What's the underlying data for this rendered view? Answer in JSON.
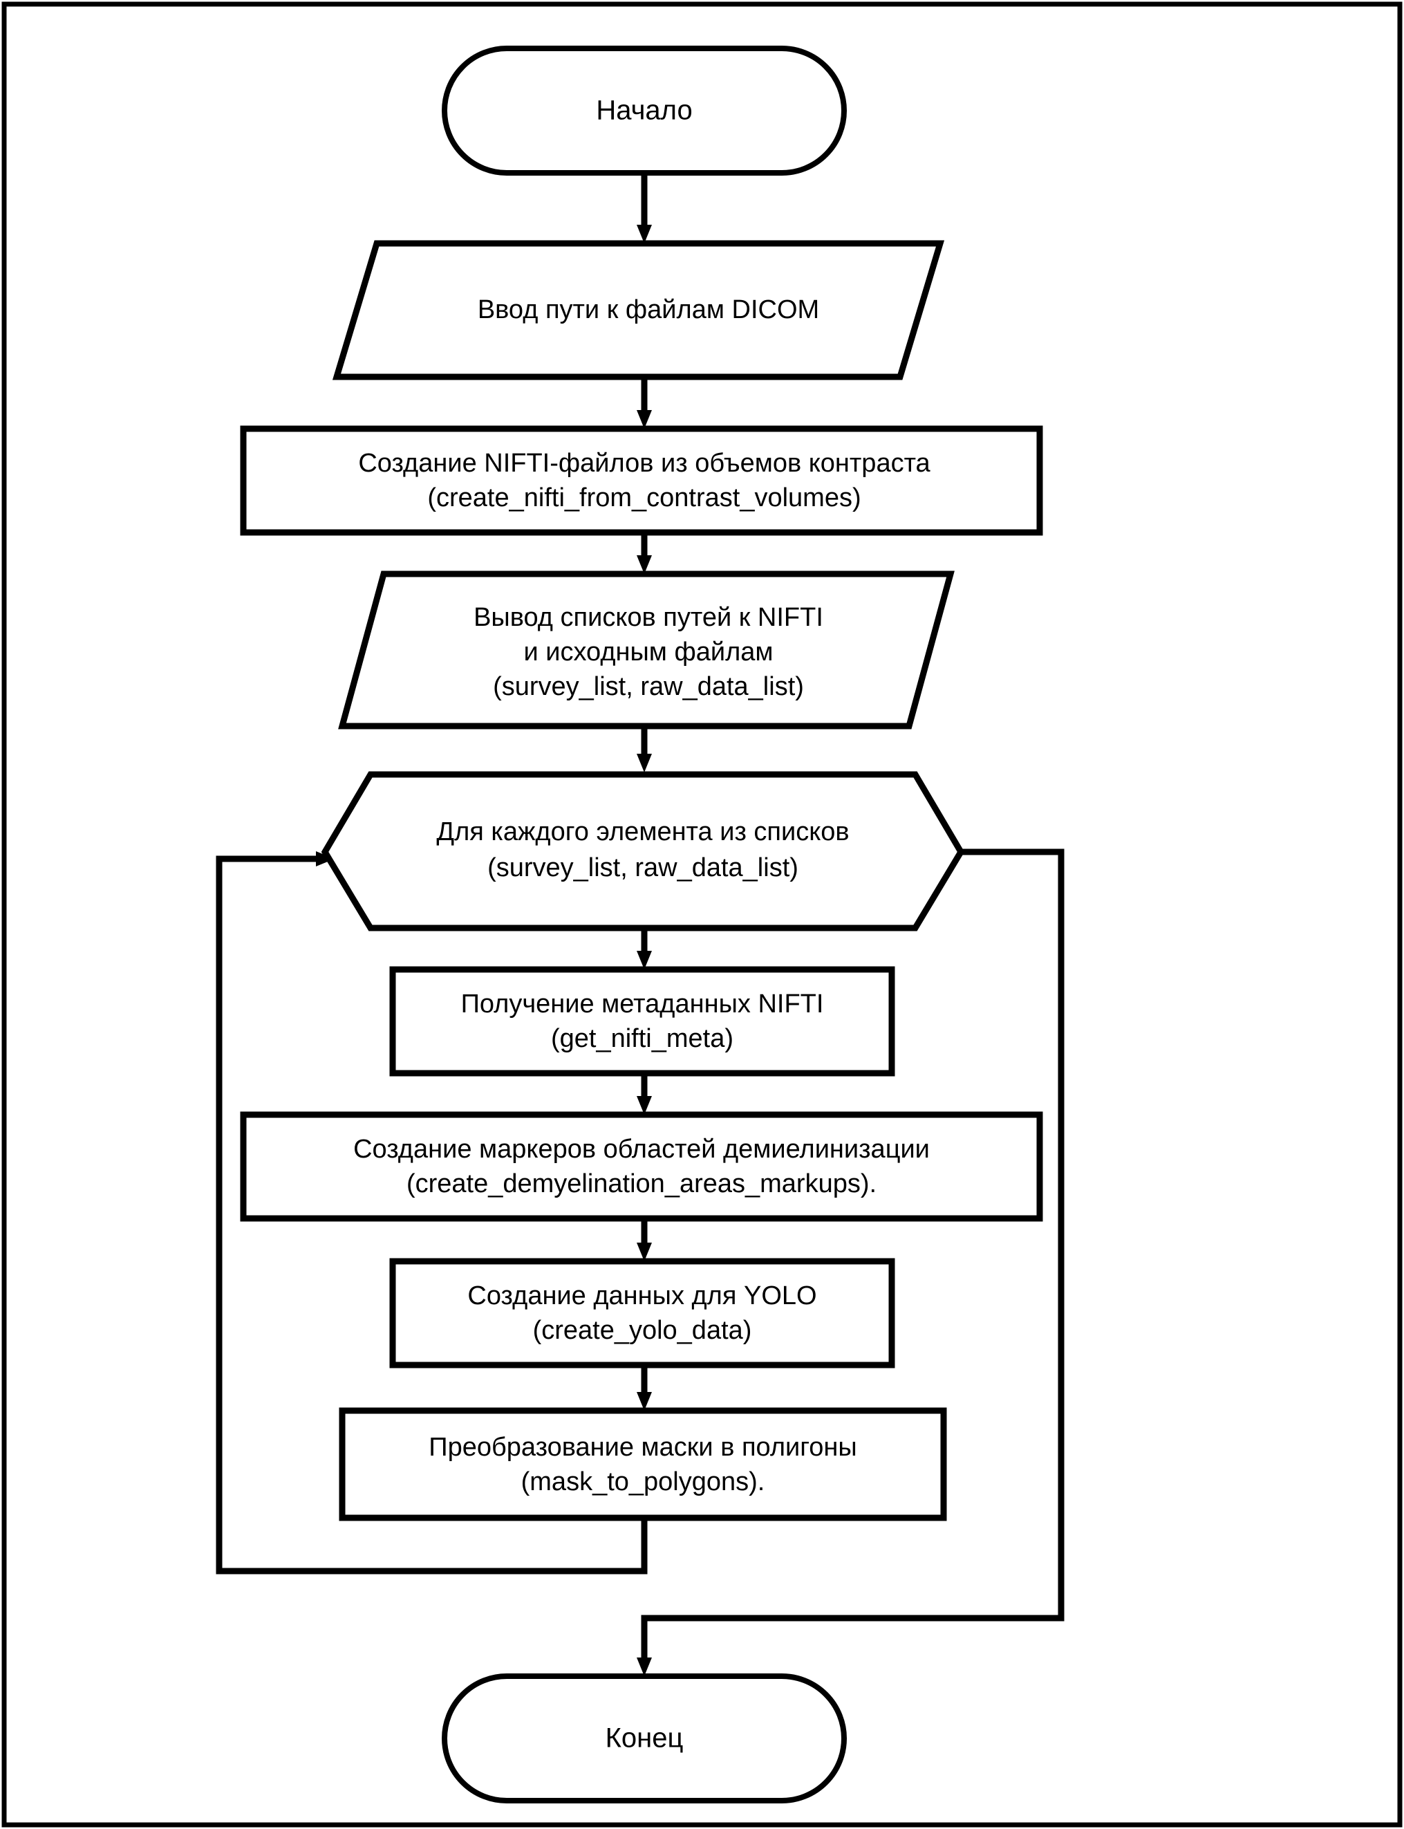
{
  "diagram": {
    "title_text": "",
    "language": "ru",
    "colors": {
      "background": "#ffffff",
      "stroke": "#000000",
      "fill": "#ffffff"
    }
  },
  "nodes": {
    "start": {
      "id": "start",
      "shape": "terminator",
      "lines": [
        "Начало"
      ]
    },
    "input_dicom": {
      "id": "input_dicom",
      "shape": "parallelogram",
      "lines": [
        "Ввод пути к файлам DICOM"
      ]
    },
    "create_nifti": {
      "id": "create_nifti",
      "shape": "process",
      "lines": [
        "Создание NIFTI-файлов из объемов контраста",
        "(create_nifti_from_contrast_volumes)"
      ]
    },
    "output_lists": {
      "id": "output_lists",
      "shape": "parallelogram",
      "lines": [
        "Вывод списков путей к NIFTI",
        "и исходным файлам",
        "(survey_list, raw_data_list)"
      ]
    },
    "loop_header": {
      "id": "loop_header",
      "shape": "hexagon",
      "lines": [
        "Для каждого элемента из списков",
        "(survey_list, raw_data_list)"
      ]
    },
    "get_meta": {
      "id": "get_meta",
      "shape": "process",
      "lines": [
        "Получение метаданных NIFTI",
        "(get_nifti_meta)"
      ]
    },
    "create_markups": {
      "id": "create_markups",
      "shape": "process",
      "lines": [
        "Создание маркеров областей демиелинизации",
        "(create_demyelination_areas_markups)."
      ]
    },
    "create_yolo": {
      "id": "create_yolo",
      "shape": "process",
      "lines": [
        "Создание данных для YOLO",
        "(create_yolo_data)"
      ]
    },
    "mask_polygons": {
      "id": "mask_polygons",
      "shape": "process",
      "lines": [
        "Преобразование маски в полигоны",
        "(mask_to_polygons)."
      ]
    },
    "end": {
      "id": "end",
      "shape": "terminator",
      "lines": [
        "Конец"
      ]
    }
  },
  "edges": [
    {
      "id": "edge-start-input",
      "from": "start",
      "to": "input_dicom",
      "label": ""
    },
    {
      "id": "edge-input-nifti",
      "from": "input_dicom",
      "to": "create_nifti",
      "label": ""
    },
    {
      "id": "edge-nifti-output",
      "from": "create_nifti",
      "to": "output_lists",
      "label": ""
    },
    {
      "id": "edge-output-loop",
      "from": "output_lists",
      "to": "loop_header",
      "label": ""
    },
    {
      "id": "edge-loop-meta",
      "from": "loop_header",
      "to": "get_meta",
      "label": ""
    },
    {
      "id": "edge-meta-markups",
      "from": "get_meta",
      "to": "create_markups",
      "label": ""
    },
    {
      "id": "edge-markups-yolo",
      "from": "create_markups",
      "to": "create_yolo",
      "label": ""
    },
    {
      "id": "edge-yolo-mask",
      "from": "create_yolo",
      "to": "mask_polygons",
      "label": ""
    },
    {
      "id": "edge-mask-loopback",
      "from": "mask_polygons",
      "to": "loop_header",
      "label": ""
    },
    {
      "id": "edge-loop-end",
      "from": "loop_header",
      "to": "end",
      "label": ""
    }
  ]
}
